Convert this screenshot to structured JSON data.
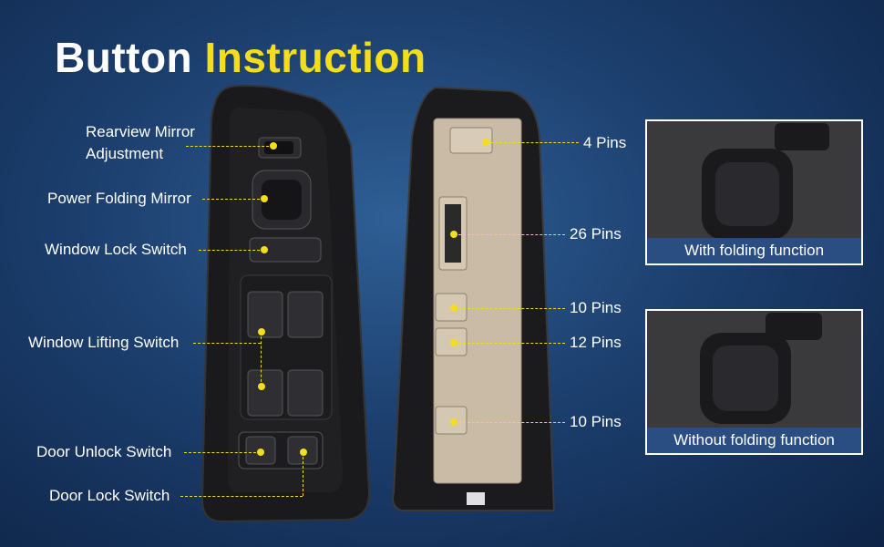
{
  "header": {
    "title_plain": "Button",
    "title_accent": "Instruction"
  },
  "front_labels": {
    "rearview_mirror": "Rearview Mirror\nAdjustment",
    "power_folding": "Power Folding Mirror",
    "window_lock": "Window Lock Switch",
    "window_lifting": "Window Lifting Switch",
    "door_unlock": "Door Unlock Switch",
    "door_lock": "Door Lock Switch"
  },
  "connector_labels": {
    "pins_4": "4 Pins",
    "pins_26": "26 Pins",
    "pins_10_a": "10 Pins",
    "pins_12": "12 Pins",
    "pins_10_b": "10 Pins"
  },
  "insets": {
    "with_folding": "With folding function",
    "without_folding": "Without folding function"
  },
  "colors": {
    "accent": "#f4dd1a",
    "background": "#1c3f6e",
    "caption_bg": "#28508c"
  }
}
